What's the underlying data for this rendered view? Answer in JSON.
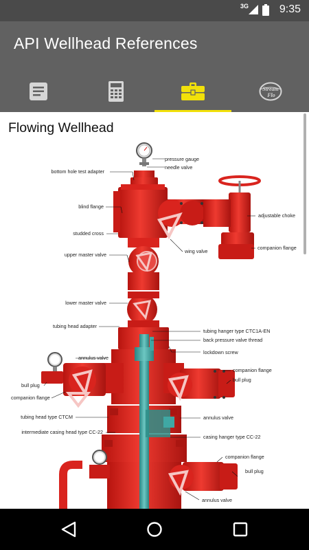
{
  "status_bar": {
    "network": "3G",
    "time": "9:35"
  },
  "app_bar": {
    "title": "API Wellhead References"
  },
  "tabs": [
    {
      "icon": "document-icon",
      "selected": false
    },
    {
      "icon": "calculator-icon",
      "selected": false
    },
    {
      "icon": "toolbox-icon",
      "selected": true
    },
    {
      "icon": "stream-flo-logo",
      "selected": false,
      "logo_text": [
        "Stream",
        "Flo"
      ]
    }
  ],
  "colors": {
    "status_bar": "#4a4a4a",
    "app_bar": "#616161",
    "tab_indicator": "#f2e10a",
    "wellhead_red": "#e52520",
    "tubing_teal": "#3fa8a4"
  },
  "content": {
    "heading": "Flowing Wellhead",
    "labels": {
      "pressure_gauge": "pressure gauge",
      "needle_valve": "needle valve",
      "bottom_hole_test_adapter": "bottom hole test adapter",
      "blind_flange": "blind flange",
      "adjustable_choke": "adjustable choke",
      "studded_cross": "studded cross",
      "companion_flange_1": "companion flange",
      "upper_master_valve": "upper master valve",
      "wing_valve": "wing valve",
      "lower_master_valve": "lower  master valve",
      "tubing_head_adapter": "tubing head adapter",
      "tubing_hanger": "tubing hanger type CTC1A-EN",
      "back_pressure_valve_thread": "back pressure valve thread",
      "lockdown_screw": "lockdown screw",
      "annulus_valve_1": "annulus valve",
      "companion_flange_2": "companion flange",
      "bull_plug_1": "bull plug",
      "bull_plug_2": "bull plug",
      "companion_flange_3": "companion flange",
      "tubing_head_type": "tubing head type CTCM",
      "annulus_valve_2": "annulus valve",
      "intermediate_casing_head": "intermediate casing head type CC-22",
      "casing_hanger": "casing hanger type CC-22",
      "companion_flange_4": "companion flange",
      "bull_plug_3": "bull plug",
      "annulus_valve_3": "annulus valve"
    }
  },
  "nav_bar": {
    "buttons": [
      "back-icon",
      "home-icon",
      "recents-icon"
    ]
  }
}
